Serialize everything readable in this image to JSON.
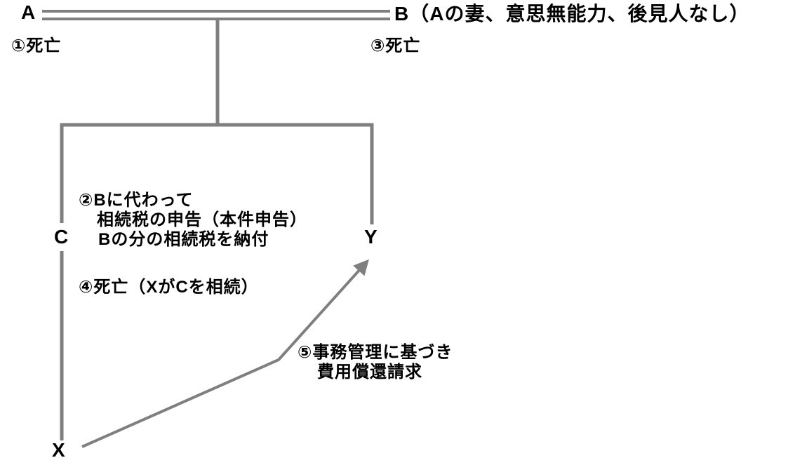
{
  "nodes": {
    "a": "A",
    "b": "B（Aの妻、意思無能力、後見人なし）",
    "c": "C",
    "y": "Y",
    "x": "X"
  },
  "annotations": {
    "step1": "①死亡",
    "step3": "③死亡",
    "step2_line1": "②Bに代わって",
    "step2_line2": "相続税の申告（本件申告）",
    "step2_line3": "Bの分の相続税を納付",
    "step4": "④死亡（XがCを相続）",
    "step5_line1": "⑤事務管理に基づき",
    "step5_line2": "費用償還請求"
  },
  "colors": {
    "line": "#7f7f7f",
    "text": "#000000"
  }
}
